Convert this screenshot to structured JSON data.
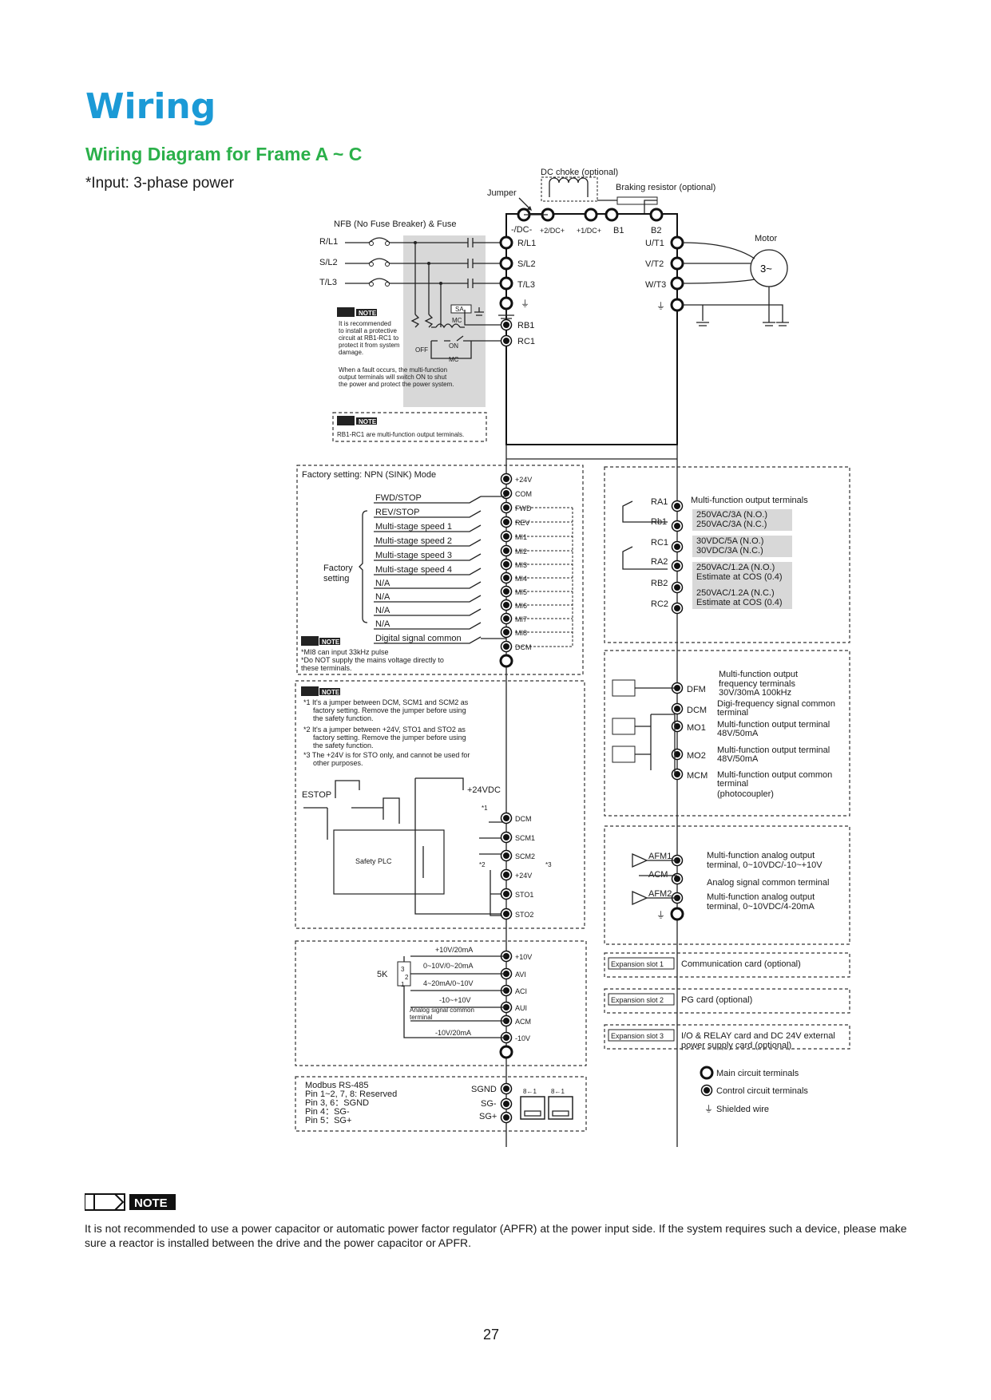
{
  "header": {
    "title": "Wiring",
    "subtitle": "Wiring Diagram for Frame A ~ C",
    "input": "*Input: 3-phase power"
  },
  "power": {
    "dc_choke": "DC choke (optional)",
    "braking_resistor": "Braking resistor (optional)",
    "jumper": "Jumper",
    "nfb": "NFB (No Fuse Breaker) & Fuse",
    "top_terms": [
      "-/DC-",
      "+2/DC+",
      "+1/DC+",
      "B1",
      "B2"
    ],
    "inputs": [
      "R/L1",
      "S/L2",
      "T/L3"
    ],
    "drive_inputs": [
      "R/L1",
      "S/L2",
      "T/L3"
    ],
    "outputs": [
      "U/T1",
      "V/T2",
      "W/T3"
    ],
    "motor": "Motor",
    "motor_symbol": "3~",
    "rb1": "RB1",
    "rc1": "RC1",
    "sa": "SA",
    "mc": "MC",
    "on": "ON",
    "off": "OFF",
    "note_label": "NOTE",
    "note1": [
      "It is recommended",
      "to install a protective",
      "circuit at RB1-RC1 to",
      "protect it from system",
      "damage."
    ],
    "note1b": [
      "When a fault occurs, the multi-function",
      "output terminals will switch ON to shut",
      "the power and protect the power system."
    ],
    "note2": "RB1-RC1 are multi-function output terminals."
  },
  "digital": {
    "factory_mode": "Factory setting: NPN (SINK) Mode",
    "factory_setting": [
      "Factory",
      "setting"
    ],
    "labels": [
      "FWD/STOP",
      "REV/STOP",
      "Multi-stage speed 1",
      "Multi-stage speed 2",
      "Multi-stage speed 3",
      "Multi-stage speed 4",
      "N/A",
      "N/A",
      "N/A",
      "N/A",
      "Digital signal common"
    ],
    "terms": [
      "+24V",
      "COM",
      "FWD",
      "REV",
      "MI1",
      "MI2",
      "MI3",
      "MI4",
      "MI5",
      "MI6",
      "MI7",
      "MI8",
      "DCM"
    ],
    "notes": [
      "*MI8 can input 33kHz pulse",
      "*Do NOT supply the mains voltage directly to",
      " these terminals."
    ]
  },
  "safety": {
    "notes": [
      "*1 It's a jumper between DCM, SCM1 and SCM2 as",
      "factory setting. Remove the jumper before using",
      "the safety function.",
      "*2 It's a jumper between +24V, STO1 and STO2 as",
      "factory setting. Remove the jumper before using",
      "the safety function.",
      "*3 The +24V is for STO only, and cannot be used for",
      "other purposes."
    ],
    "estop": "ESTOP",
    "plc": "Safety PLC",
    "vdc": "+24VDC",
    "marks": [
      "*1",
      "*2",
      "*3"
    ],
    "terms": [
      "DCM",
      "SCM1",
      "SCM2",
      "+24V",
      "STO1",
      "STO2"
    ]
  },
  "analog": {
    "labels": [
      "+10V/20mA",
      "0~10V/0~20mA",
      "4~20mA/0~10V",
      "-10~+10V",
      "Analog signal common",
      "terminal",
      "-10V/20mA"
    ],
    "pot": "5K",
    "pot_pins": [
      "3",
      "2",
      "1"
    ],
    "terms": [
      "+10V",
      "AVI",
      "ACI",
      "AUI",
      "ACM",
      "-10V"
    ]
  },
  "modbus": {
    "lines": [
      "Modbus RS-485",
      "Pin 1~2, 7, 8: Reserved",
      "Pin 3, 6：SGND",
      "Pin 4：SG-",
      "Pin 5：SG+"
    ],
    "terms": [
      "SGND",
      "SG-",
      "SG+"
    ],
    "ports": [
      "8←1",
      "8←1"
    ]
  },
  "relay": {
    "title": "Multi-function output terminals",
    "terms": [
      "RA1",
      "Rb1",
      "RC1",
      "RA2",
      "RB2",
      "RC2"
    ],
    "ratings": [
      "250VAC/3A (N.O.)",
      "250VAC/3A (N.C.)",
      "30VDC/5A (N.O.)",
      "30VDC/3A (N.C.)",
      "250VAC/1.2A (N.O.)",
      "Estimate at COS (0.4)",
      "250VAC/1.2A (N.C.)",
      "Estimate at COS (0.4)"
    ]
  },
  "mo": {
    "terms": [
      "DFM",
      "DCM",
      "MO1",
      "MO2",
      "MCM"
    ],
    "desc": [
      "Multi-function output",
      "frequency terminals",
      "30V/30mA 100kHz",
      "Digi-frequency signal common",
      "terminal",
      "Multi-function output terminal",
      "48V/50mA",
      "Multi-function output terminal",
      "48V/50mA",
      "Multi-function output common",
      "terminal",
      "(photocoupler)"
    ]
  },
  "afm": {
    "terms": [
      "AFM1",
      "ACM",
      "AFM2"
    ],
    "desc": [
      "Multi-function analog output",
      "terminal, 0~10VDC/-10~+10V",
      "Analog signal common terminal",
      "Multi-function analog output",
      "terminal, 0~10VDC/4-20mA"
    ]
  },
  "slots": [
    {
      "name": "Expansion slot 1",
      "desc": "Communication card (optional)",
      "desc2": ""
    },
    {
      "name": "Expansion slot 2",
      "desc": "PG card (optional)",
      "desc2": ""
    },
    {
      "name": "Expansion slot 3",
      "desc": "I/O & RELAY card and DC 24V external",
      "desc2": "power supply card (optional)"
    }
  ],
  "legend": [
    "Main circuit terminals",
    "Control circuit terminals",
    "Shielded wire"
  ],
  "footer": {
    "note_label": "NOTE",
    "note_text": "It is not recommended to use a power capacitor or automatic power factor regulator (APFR) at the power input side. If the system requires such a device, please make sure a reactor is installed between the drive and the power capacitor or APFR.",
    "page": "27"
  }
}
